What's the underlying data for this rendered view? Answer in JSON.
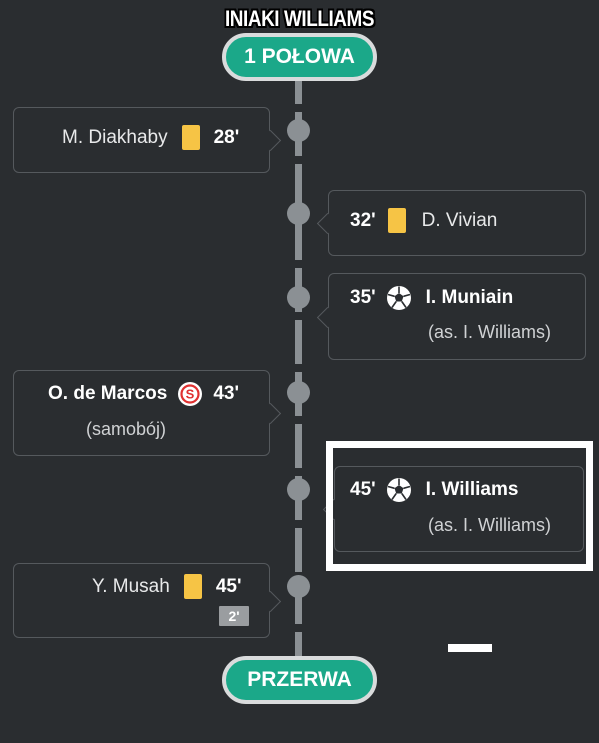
{
  "meme_title": "INIAKI WILLIAMS",
  "periods": {
    "start": "1 POŁOWA",
    "end": "PRZERWA"
  },
  "events": [
    {
      "side": "left",
      "minute": "28'",
      "player": "M. Diakhaby",
      "icon": "yellow-card-icon"
    },
    {
      "side": "right",
      "minute": "32'",
      "player": "D. Vivian",
      "icon": "yellow-card-icon"
    },
    {
      "side": "right",
      "minute": "35'",
      "player": "I. Muniain",
      "icon": "football-icon",
      "detail": "(as. I. Williams)"
    },
    {
      "side": "left",
      "minute": "43'",
      "player": "O. de Marcos",
      "icon": "own-goal-icon",
      "detail": "(samobój)"
    },
    {
      "side": "right",
      "minute": "45'",
      "player": "I. Williams",
      "icon": "football-icon",
      "detail": "(as. I. Williams)"
    },
    {
      "side": "left",
      "minute": "45'",
      "player": "Y. Musah",
      "icon": "yellow-card-icon",
      "added_time": "2'"
    }
  ],
  "colors": {
    "background": "#2a2d30",
    "period_pill": "#1ba889",
    "yellow_card": "#f6c445",
    "timeline": "#8b9094"
  }
}
